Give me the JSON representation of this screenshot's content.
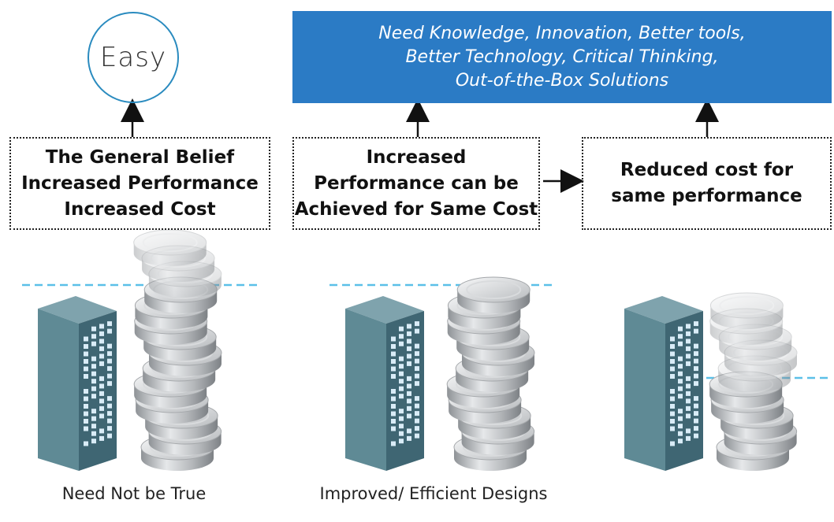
{
  "top": {
    "easy_label": "Easy",
    "banner_lines": [
      "Need Knowledge, Innovation, Better tools,",
      "Better Technology, Critical Thinking,",
      "Out-of-the-Box Solutions"
    ]
  },
  "boxes": {
    "general_belief": [
      "The General Belief",
      "Increased Performance",
      "Increased Cost"
    ],
    "increased_performance": [
      "Increased",
      "Performance can be",
      "Achieved for Same Cost"
    ],
    "reduced_cost": [
      "Reduced cost for",
      "same performance"
    ]
  },
  "captions": {
    "left": "Need Not be True",
    "middle": "Improved/ Efficient Designs"
  },
  "colors": {
    "accent_blue": "#2b7bc5",
    "circle_blue": "#2a8bbf",
    "dashed_line": "#5bc0e8",
    "building_front": "#5f8a95",
    "building_side": "#3f6673",
    "window": "#d9ecf7",
    "coin": "#c9ccd0"
  },
  "icons": [
    "arrow-up-icon",
    "arrow-right-icon",
    "building-icon",
    "coin-stack-icon"
  ]
}
